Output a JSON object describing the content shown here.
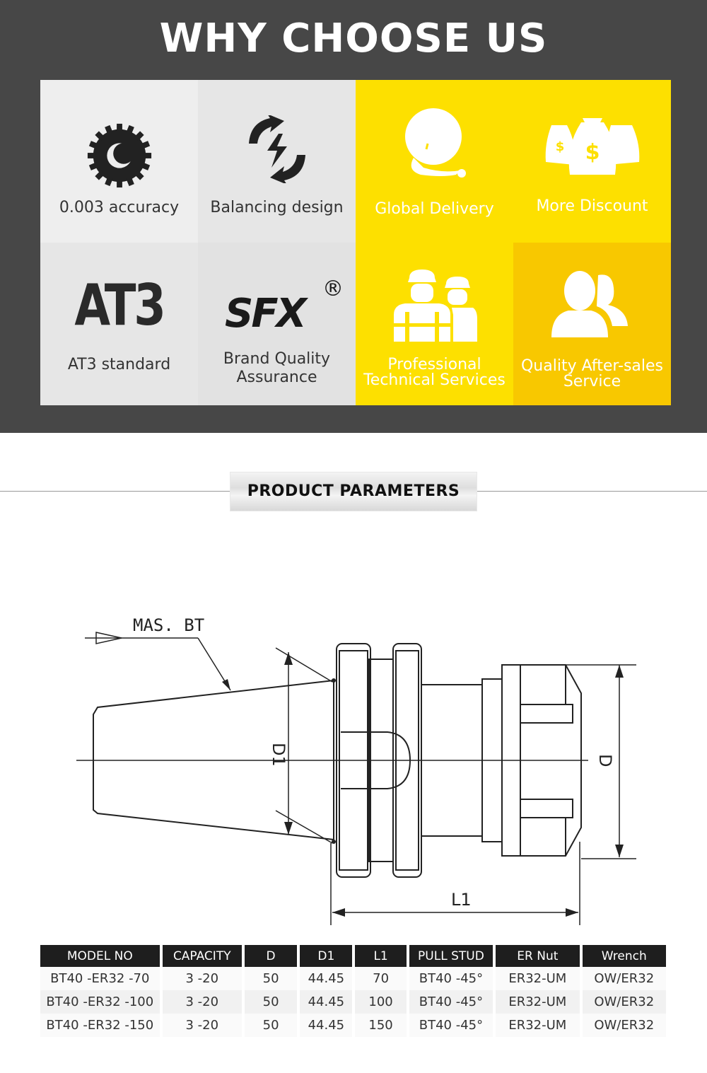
{
  "header": {
    "title": "WHY CHOOSE US"
  },
  "features": [
    {
      "label": "0.003 accuracy",
      "icon": "gear-accuracy-icon"
    },
    {
      "label": "Balancing design",
      "icon": "balance-arrows-icon"
    },
    {
      "label": "Global Delivery",
      "icon": "globe-delivery-icon"
    },
    {
      "label": "More Discount",
      "icon": "money-bags-icon"
    },
    {
      "label": "AT3 standard",
      "icon": "at3-text-icon",
      "logo_text": "AT3"
    },
    {
      "label_line1": "Brand Quality",
      "label_line2": "Assurance",
      "icon": "sfx-logo-icon",
      "logo_text": "SFX",
      "registered": "®"
    },
    {
      "label_line1": "Professional",
      "label_line2": "Technical Services",
      "icon": "workers-icon"
    },
    {
      "label_line1": "Quality After-sales",
      "label_line2": "Service",
      "icon": "users-icon"
    }
  ],
  "colors": {
    "dark_bg": "#474747",
    "light_grey": "#eeeeee",
    "mid_grey": "#e2e2e2",
    "yellow": "#fde000",
    "yellow_dark": "#f8c800"
  },
  "params": {
    "title": "PRODUCT PARAMETERS"
  },
  "drawing": {
    "label_mas": "MAS. BT",
    "label_d1": "D1",
    "label_d": "D",
    "label_l1": "L1"
  },
  "table": {
    "headers": [
      "MODEL NO",
      "CAPACITY",
      "D",
      "D1",
      "L1",
      "PULL STUD",
      "ER Nut",
      "Wrench"
    ],
    "rows": [
      [
        "BT40 -ER32 -70",
        "3 -20",
        "50",
        "44.45",
        "70",
        "BT40 -45°",
        "ER32-UM",
        "OW/ER32"
      ],
      [
        "BT40 -ER32 -100",
        "3 -20",
        "50",
        "44.45",
        "100",
        "BT40 -45°",
        "ER32-UM",
        "OW/ER32"
      ],
      [
        "BT40 -ER32 -150",
        "3 -20",
        "50",
        "44.45",
        "150",
        "BT40 -45°",
        "ER32-UM",
        "OW/ER32"
      ]
    ]
  }
}
